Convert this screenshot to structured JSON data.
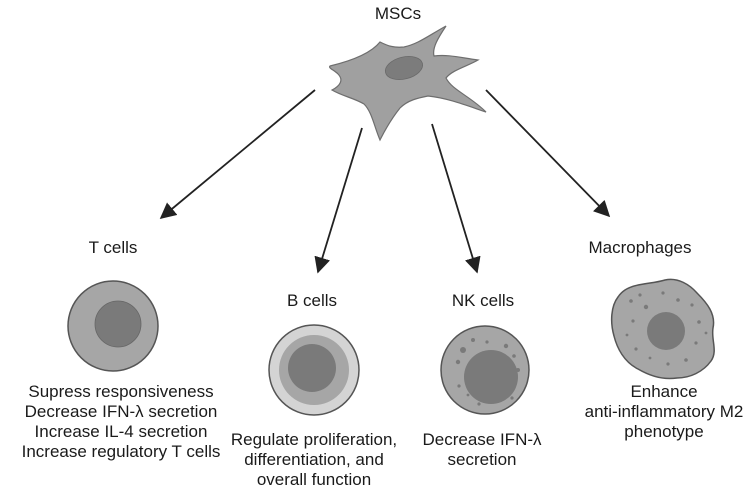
{
  "source": {
    "label": "MSCs"
  },
  "cells": [
    {
      "label": "T cells",
      "effects": [
        "Supress responsiveness",
        "Decrease IFN-λ secretion",
        "Increase IL-4 secretion",
        "Increase regulatory T cells"
      ]
    },
    {
      "label": "B cells",
      "effects": [
        "Regulate proliferation,",
        "differentiation, and",
        "overall function"
      ]
    },
    {
      "label": "NK cells",
      "effects": [
        "Decrease IFN-λ",
        "secretion"
      ]
    },
    {
      "label": "Macrophages",
      "effects": [
        "Enhance",
        "anti-inflammatory M2",
        "phenotype"
      ]
    }
  ],
  "colors": {
    "cell_fill": "#a6a6a6",
    "nucleus_fill": "#7a7a7a",
    "b_cell_fill": "#d4d4d4",
    "outline": "#555555",
    "arrow": "#222222"
  }
}
